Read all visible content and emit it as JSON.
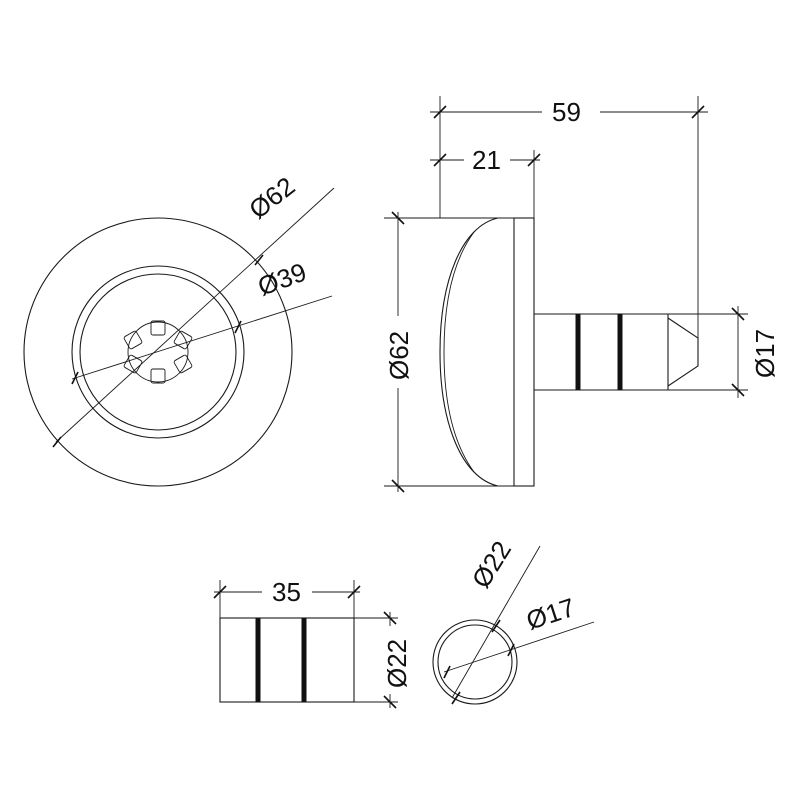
{
  "labels": {
    "front_outer_diameter": "Ø62",
    "front_inner_diameter": "Ø39",
    "side_total_length": "59",
    "side_head_depth": "21",
    "side_head_diameter": "Ø62",
    "side_shaft_diameter": "Ø17",
    "sleeve_length": "35",
    "sleeve_diameter": "Ø22",
    "ring_outer_diameter": "Ø22",
    "ring_inner_diameter": "Ø17"
  },
  "colors": {
    "line": "#1a1a1a",
    "background": "#ffffff"
  }
}
